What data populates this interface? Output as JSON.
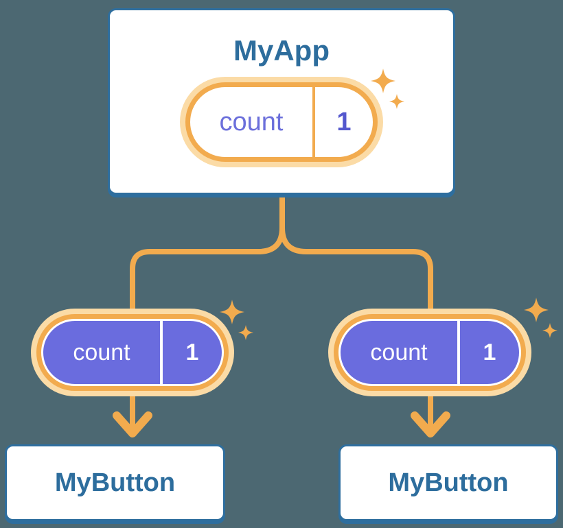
{
  "background_color": "#4C6872",
  "colors": {
    "card_fill": "#FFFFFF",
    "card_border": "#2E6E9E",
    "title_text": "#2D6D9D",
    "accent_orange": "#F2AB4E",
    "halo_orange": "#FBDBA6",
    "purple_fill": "#6A6CDE",
    "purple_label_text": "#6B6FDB",
    "purple_value_text": "#5458CE",
    "pill_text_light": "#FFFFFF"
  },
  "diagram": {
    "root": {
      "title": "MyApp",
      "state_pill": {
        "label": "count",
        "value": "1"
      }
    },
    "children": [
      {
        "title": "MyButton",
        "prop_pill": {
          "label": "count",
          "value": "1"
        }
      },
      {
        "title": "MyButton",
        "prop_pill": {
          "label": "count",
          "value": "1"
        }
      }
    ]
  }
}
